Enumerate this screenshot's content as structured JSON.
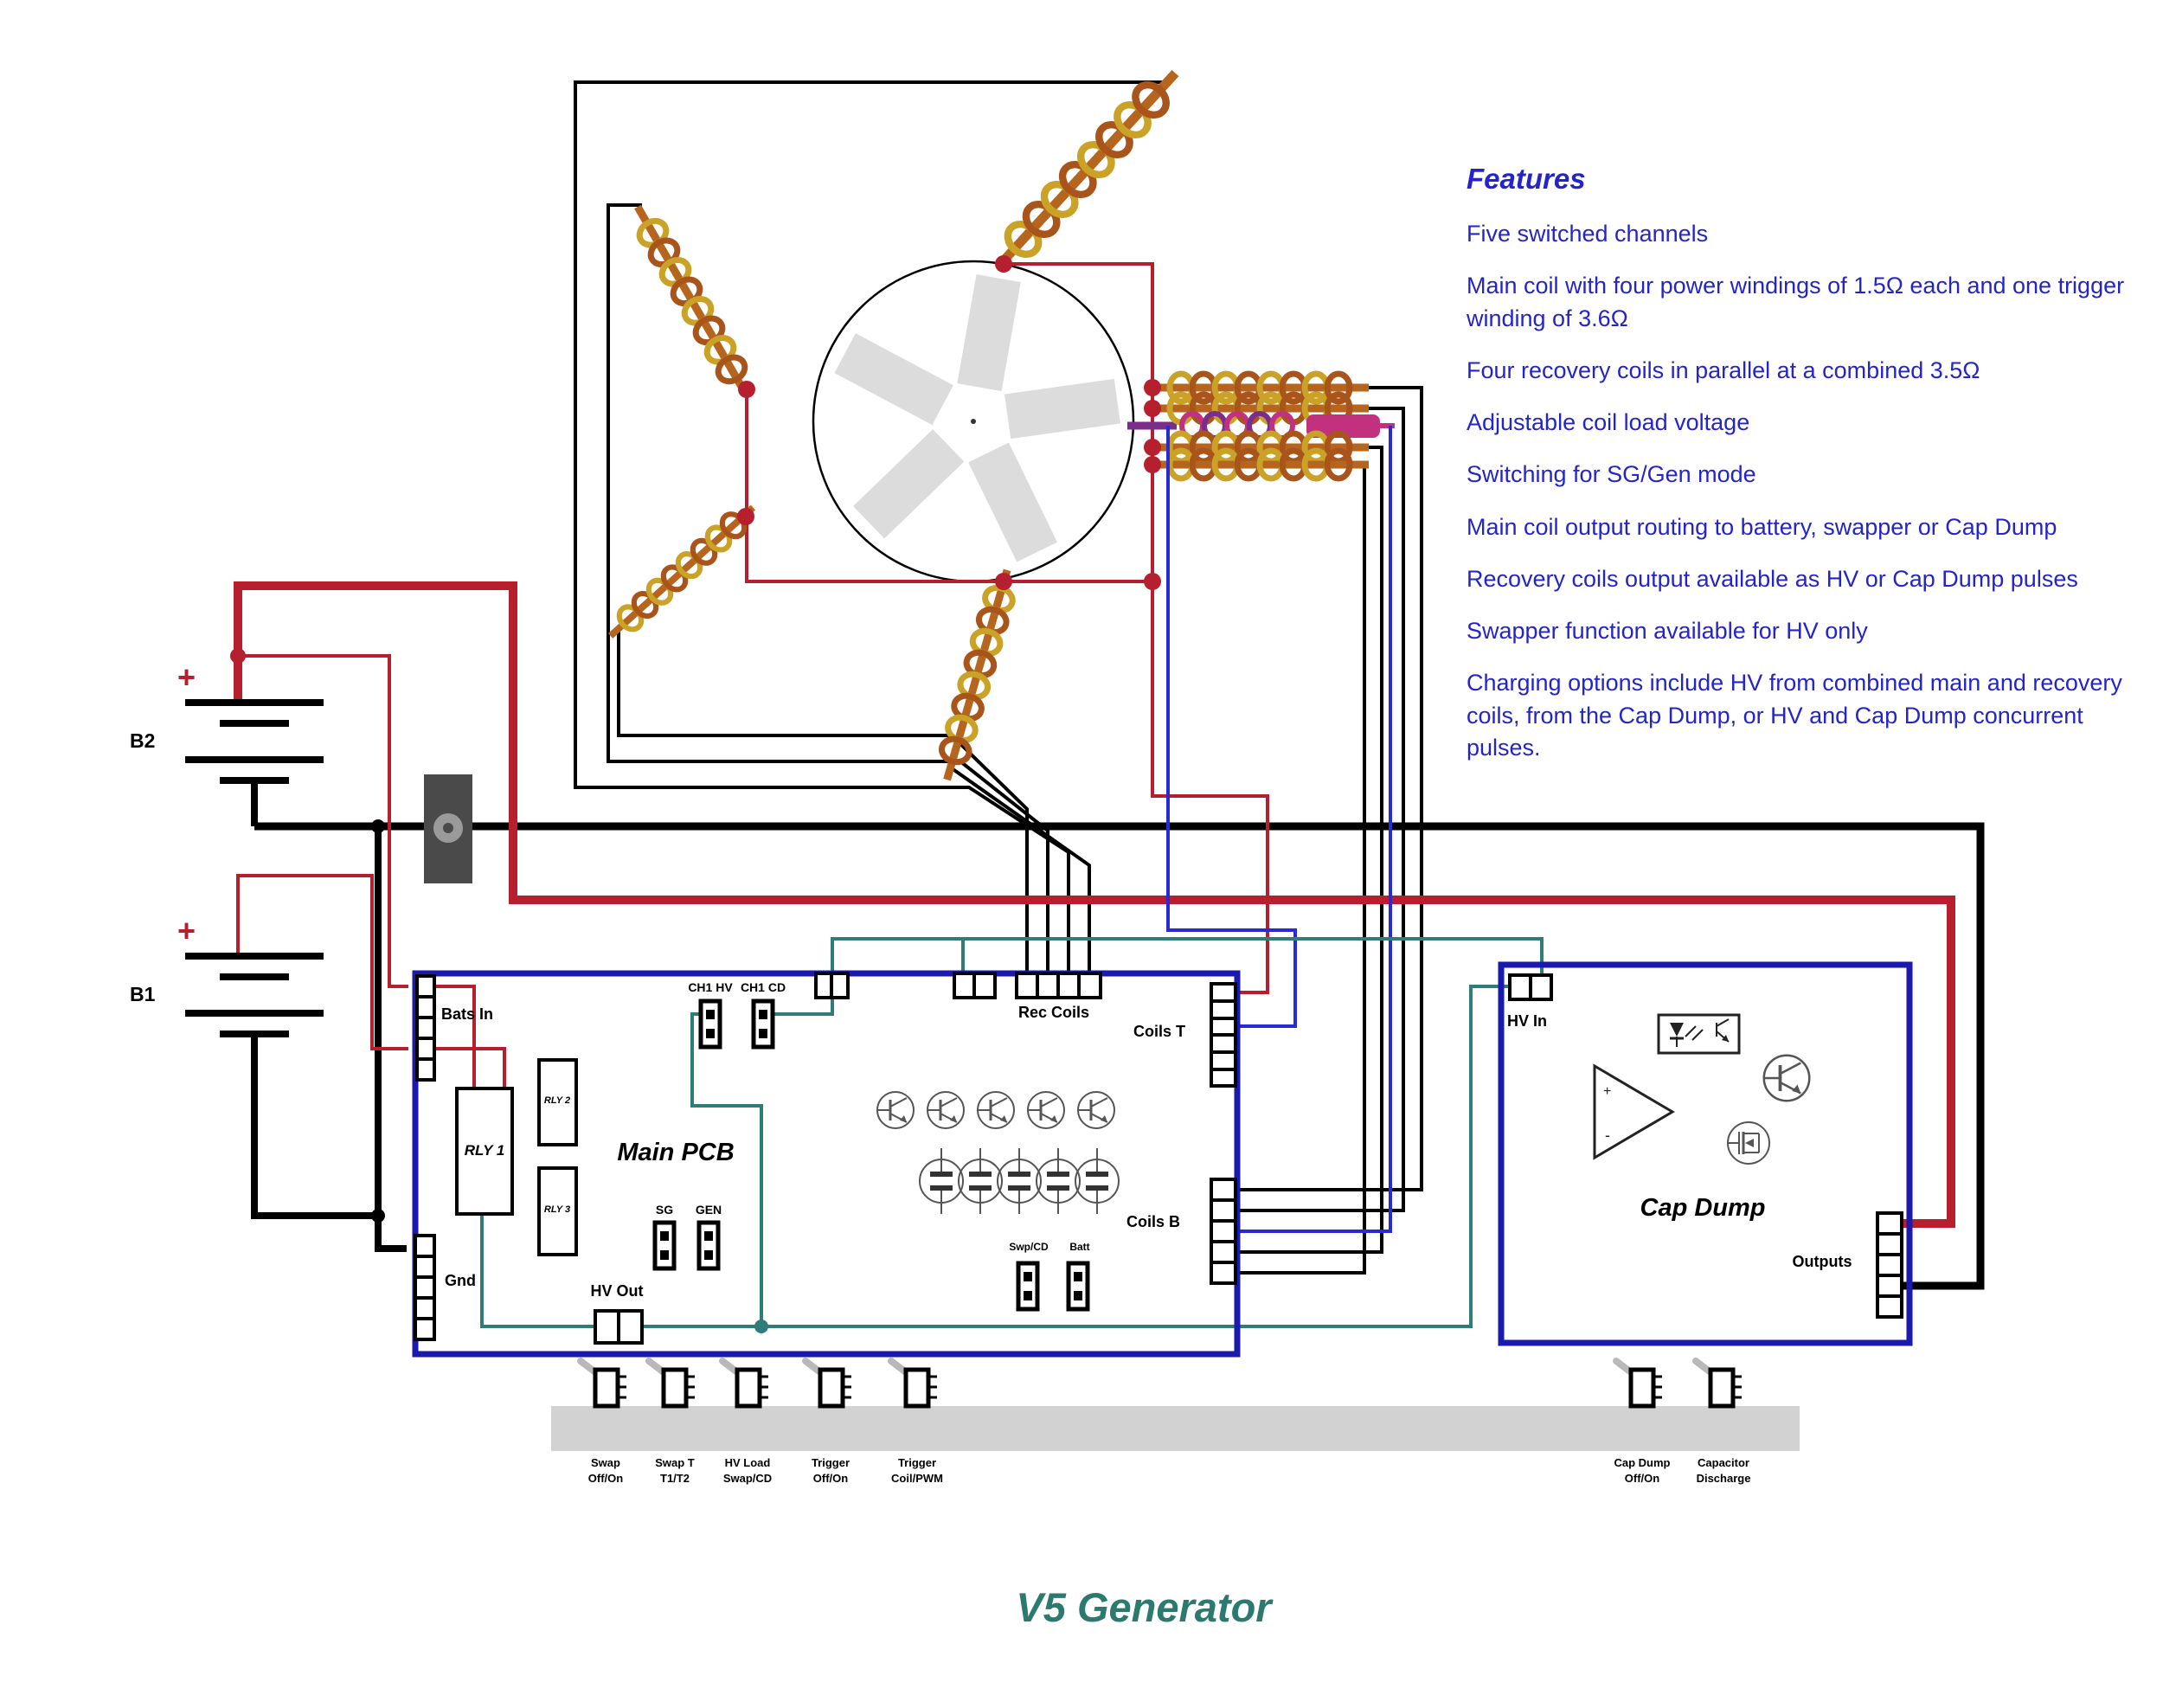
{
  "title": "V5 Generator",
  "features": {
    "title": "Features",
    "items": [
      "Five switched channels",
      "Main coil with four power windings of 1.5Ω each and one trigger winding of 3.6Ω",
      "Four recovery coils in parallel at a combined 3.5Ω",
      "Adjustable coil load voltage",
      "Switching for SG/Gen mode",
      "Main coil output routing to battery, swapper or Cap Dump",
      "Recovery coils output available as HV or Cap Dump pulses",
      "Swapper function available for HV only",
      "Charging options include HV from combined main and recovery coils, from the Cap Dump, or HV and Cap Dump concurrent pulses."
    ]
  },
  "batteries": {
    "b1": "B1",
    "b2": "B2",
    "plus": "+"
  },
  "main_pcb": {
    "title": "Main PCB",
    "bats_in": "Bats In",
    "gnd": "Gnd",
    "rly1": "RLY 1",
    "rly2": "RLY 2",
    "rly3": "RLY 3",
    "sg": "SG",
    "gen": "GEN",
    "ch1_hv": "CH1 HV",
    "ch1_cd": "CH1 CD",
    "rec_coils": "Rec Coils",
    "coils_t": "Coils T",
    "coils_b": "Coils B",
    "swp_cd": "Swp/CD",
    "batt": "Batt",
    "hv_out": "HV Out"
  },
  "cap_dump": {
    "title": "Cap Dump",
    "hv_in": "HV In",
    "outputs": "Outputs",
    "opamp_plus": "+",
    "opamp_minus": "-"
  },
  "switches": [
    {
      "line1": "Swap",
      "line2": "Off/On"
    },
    {
      "line1": "Swap T",
      "line2": "T1/T2"
    },
    {
      "line1": "HV Load",
      "line2": "Swap/CD"
    },
    {
      "line1": "Trigger",
      "line2": "Off/On"
    },
    {
      "line1": "Trigger",
      "line2": "Coil/PWM"
    },
    {
      "line1": "Cap Dump",
      "line2": "Off/On"
    },
    {
      "line1": "Capacitor",
      "line2": "Discharge"
    }
  ],
  "colors": {
    "feature_text": "#2424cb",
    "title_text": "#2c7a6e",
    "wire_red": "#b51f2e",
    "wire_black": "#000000",
    "wire_teal": "#2e7d78",
    "wire_blue": "#2a2ad4",
    "pcb_border": "#1a1aae",
    "coil_gold": "#c9a227",
    "coil_copper": "#a8541a",
    "trigger_magenta": "#c2317e",
    "trigger_purple": "#7b2d8b"
  }
}
